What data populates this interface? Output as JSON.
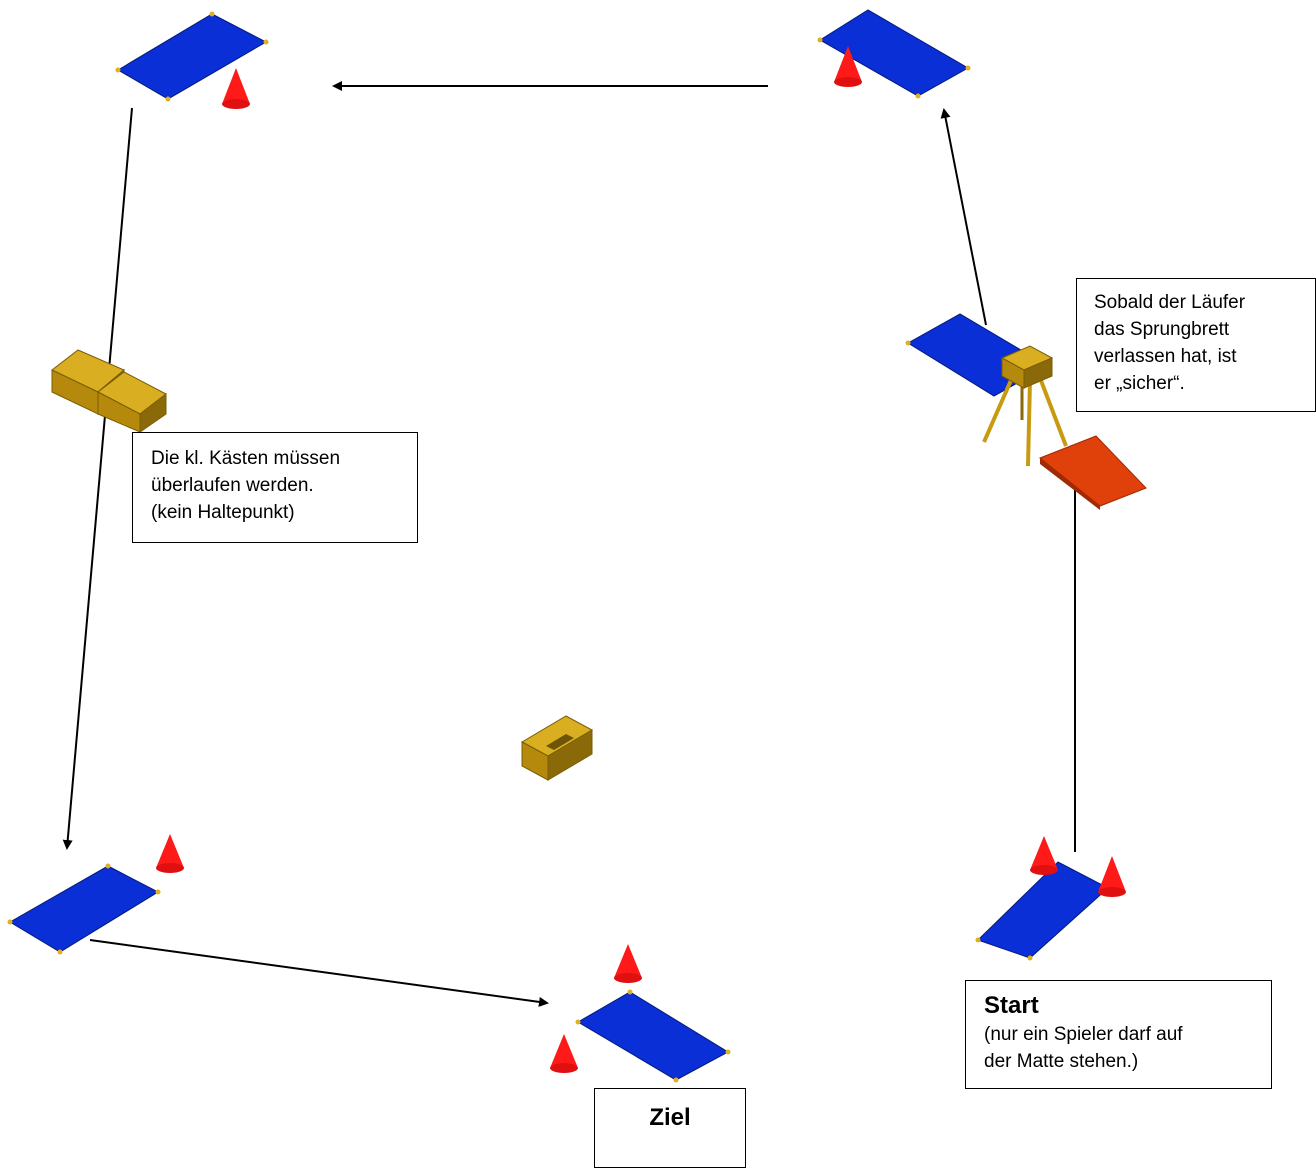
{
  "diagram": {
    "colors": {
      "mat": "#0a2fd6",
      "mat_edge": "#041a7a",
      "mat_corner": "#e0b020",
      "cone": "#ff1a1a",
      "cone_dark": "#b00000",
      "box": "#c89a10",
      "box_dark": "#8a6a08",
      "springboard": "#e0400a",
      "arrow": "#000000"
    },
    "icons": [
      "mat",
      "cone",
      "vaulting-box",
      "springboard",
      "vault-buck",
      "arrow"
    ]
  },
  "notes": {
    "kaesten": {
      "line1": "Die kl. Kästen müssen",
      "line2": "überlaufen werden.",
      "line3": "(kein Haltepunkt)"
    },
    "sprungbrett": {
      "line1": "Sobald der Läufer",
      "line2": "das Sprungbrett",
      "line3": "verlassen hat, ist",
      "line4": "er „sicher“."
    },
    "start": {
      "title": "Start",
      "line1": "(nur ein Spieler darf auf",
      "line2": "der Matte stehen.)"
    },
    "ziel": {
      "title": "Ziel"
    }
  }
}
